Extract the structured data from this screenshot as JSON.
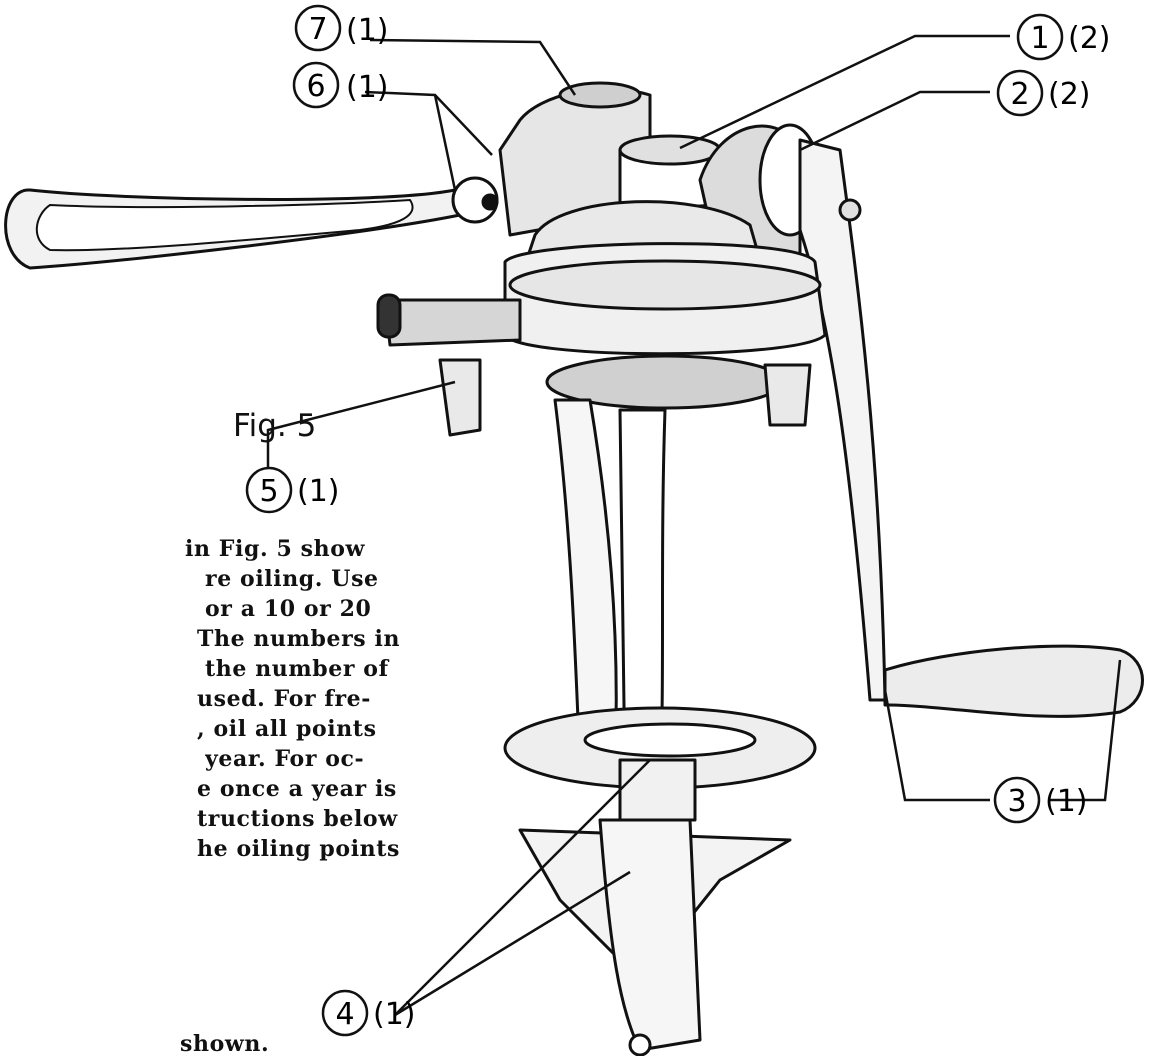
{
  "figure": {
    "label": "Fig. 5",
    "callouts": [
      {
        "num": "7",
        "count": "(1)"
      },
      {
        "num": "6",
        "count": "(1)"
      },
      {
        "num": "1",
        "count": "(2)"
      },
      {
        "num": "2",
        "count": "(2)"
      },
      {
        "num": "5",
        "count": "(1)"
      },
      {
        "num": "3",
        "count": "(1)"
      },
      {
        "num": "4",
        "count": "(1)"
      }
    ]
  },
  "body_text": {
    "lines": [
      "in Fig. 5 show",
      "re oiling.  Use",
      " or a 10 or 20",
      "The numbers in",
      " the number of",
      "used.  For fre-",
      ", oil all points",
      " year.  For oc-",
      "e once a year is",
      "tructions below",
      "he oiling points",
      "shown."
    ]
  },
  "colors": {
    "ink": "#111111",
    "shade": "#d8d8d8",
    "paper": "#ffffff"
  }
}
